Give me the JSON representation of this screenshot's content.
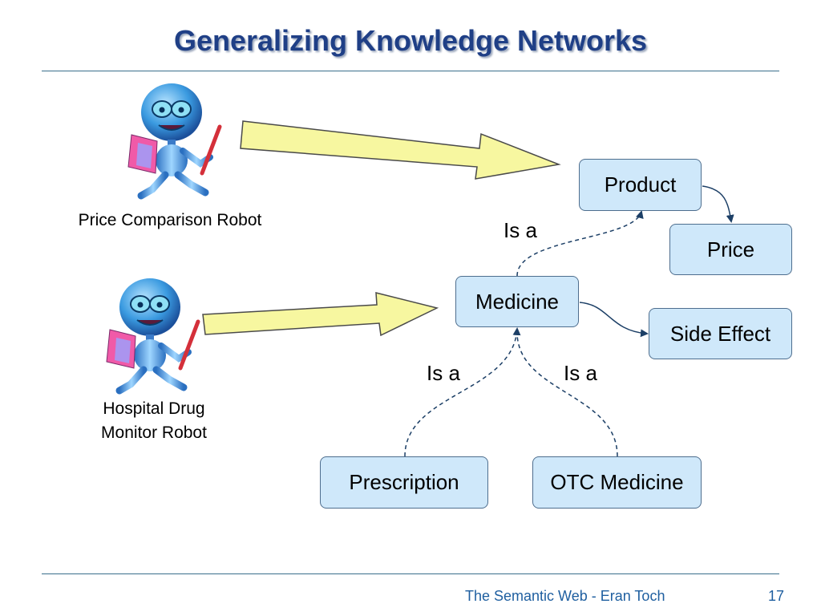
{
  "slide": {
    "title": "Generalizing Knowledge Networks",
    "footer": {
      "text": "The Semantic Web - Eran Toch",
      "page_number": "17"
    }
  },
  "robots": [
    {
      "caption_lines": [
        "Price Comparison Robot"
      ]
    },
    {
      "caption_lines": [
        "Hospital Drug",
        "Monitor Robot"
      ]
    }
  ],
  "nodes": {
    "product": "Product",
    "price": "Price",
    "medicine": "Medicine",
    "side_effect": "Side Effect",
    "prescription": "Prescription",
    "otc_medicine": "OTC Medicine"
  },
  "edges": {
    "medicine_product": "Is a",
    "prescription_medicine": "Is a",
    "otc_medicine": "Is a"
  },
  "colors": {
    "title": "#1f3f86",
    "node_fill": "#cfe8fa",
    "node_border": "#4e6e8e",
    "block_arrow_fill": "#f7f7a0",
    "connector": "#1c3f66",
    "footer_text": "#1f5fa0"
  }
}
